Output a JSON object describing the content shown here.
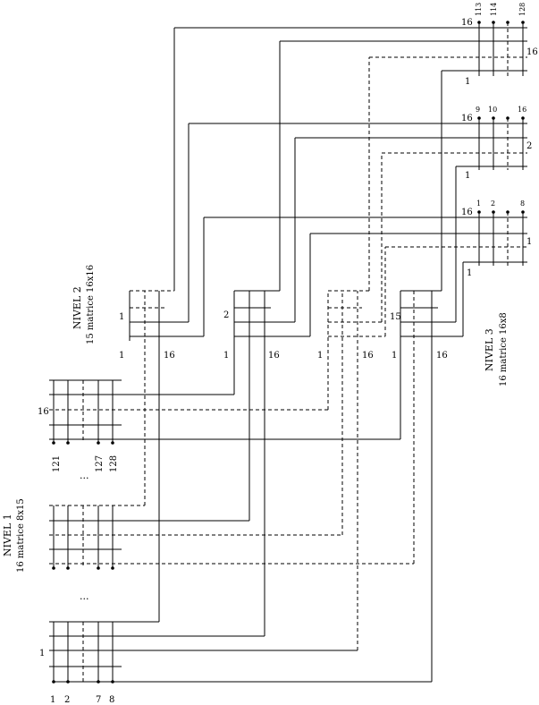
{
  "level1": {
    "title": "NIVEL 1",
    "subtitle": "16 matrice 8x15",
    "bottom_labels": [
      "1",
      "2",
      "7",
      "8"
    ],
    "top_labels": [
      "121",
      "127",
      "128"
    ],
    "row_label_bottom": "1",
    "row_label_top": "16",
    "ellipsis": "..."
  },
  "level2": {
    "title": "NIVEL 2",
    "subtitle": "15 matrice 16x16",
    "matrix_labels": [
      "1",
      "2",
      "15"
    ],
    "col_first": "1",
    "col_last": "16"
  },
  "level3": {
    "title": "NIVEL 3",
    "subtitle": "16 matrice 16x8",
    "matrix_labels": [
      "1",
      "2",
      "16"
    ],
    "top_labels": [
      [
        "1",
        "2",
        "8"
      ],
      [
        "9",
        "10",
        "16"
      ],
      [
        "113",
        "114",
        "128"
      ]
    ],
    "row_first": "1",
    "row_last": "16"
  }
}
